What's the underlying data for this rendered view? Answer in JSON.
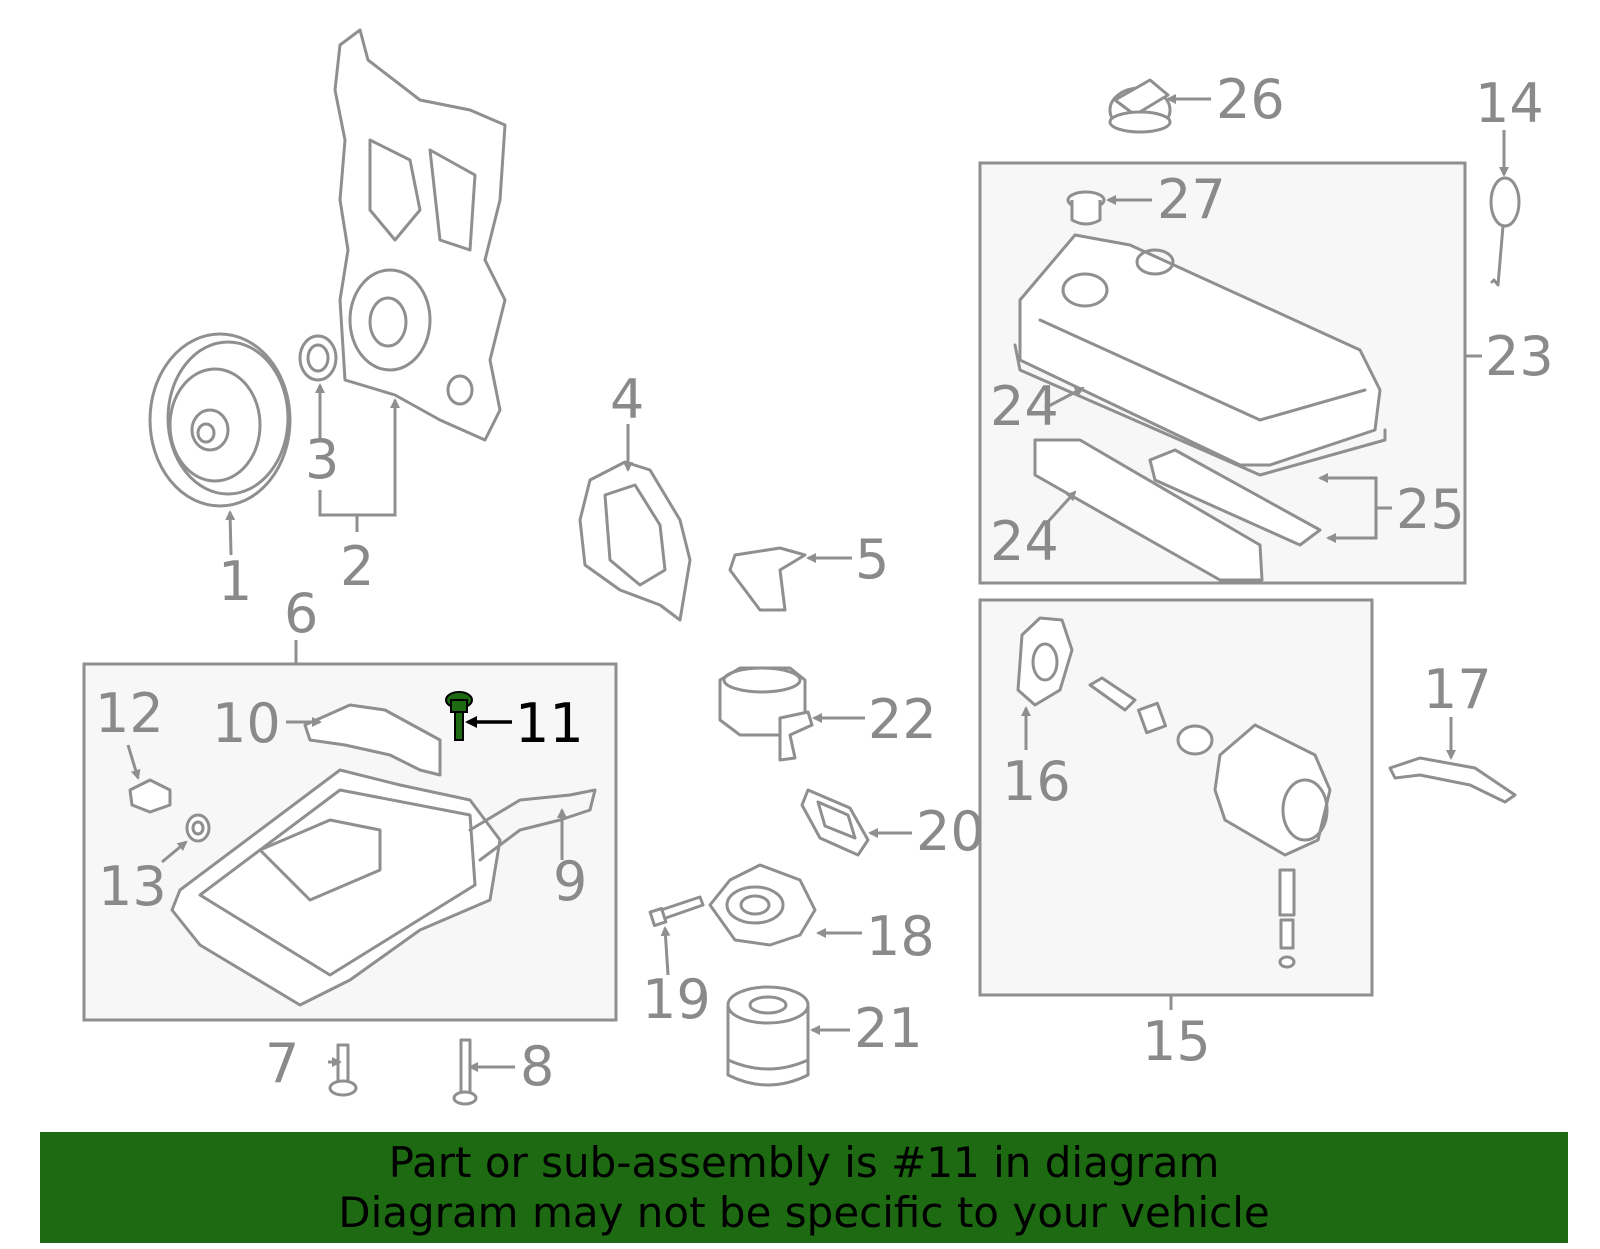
{
  "diagram": {
    "highlighted_part": "11",
    "highlight_color": "#1d6a12",
    "line_color": "#8f8f8f",
    "callouts": [
      {
        "id": "1",
        "label": "1"
      },
      {
        "id": "2",
        "label": "2"
      },
      {
        "id": "3",
        "label": "3"
      },
      {
        "id": "4",
        "label": "4"
      },
      {
        "id": "5",
        "label": "5"
      },
      {
        "id": "6",
        "label": "6"
      },
      {
        "id": "7",
        "label": "7"
      },
      {
        "id": "8",
        "label": "8"
      },
      {
        "id": "9",
        "label": "9"
      },
      {
        "id": "10",
        "label": "10"
      },
      {
        "id": "11",
        "label": "11"
      },
      {
        "id": "12",
        "label": "12"
      },
      {
        "id": "13",
        "label": "13"
      },
      {
        "id": "14",
        "label": "14"
      },
      {
        "id": "15",
        "label": "15"
      },
      {
        "id": "16",
        "label": "16"
      },
      {
        "id": "17",
        "label": "17"
      },
      {
        "id": "18",
        "label": "18"
      },
      {
        "id": "19",
        "label": "19"
      },
      {
        "id": "20",
        "label": "20"
      },
      {
        "id": "21",
        "label": "21"
      },
      {
        "id": "22",
        "label": "22"
      },
      {
        "id": "23",
        "label": "23"
      },
      {
        "id": "24a",
        "label": "24"
      },
      {
        "id": "24b",
        "label": "24"
      },
      {
        "id": "25",
        "label": "25"
      },
      {
        "id": "26",
        "label": "26"
      },
      {
        "id": "27",
        "label": "27"
      }
    ]
  },
  "banner": {
    "background": "#1d6a12",
    "line1": "Part or sub-assembly is #11 in diagram",
    "line2": "Diagram may not be specific to your vehicle"
  }
}
